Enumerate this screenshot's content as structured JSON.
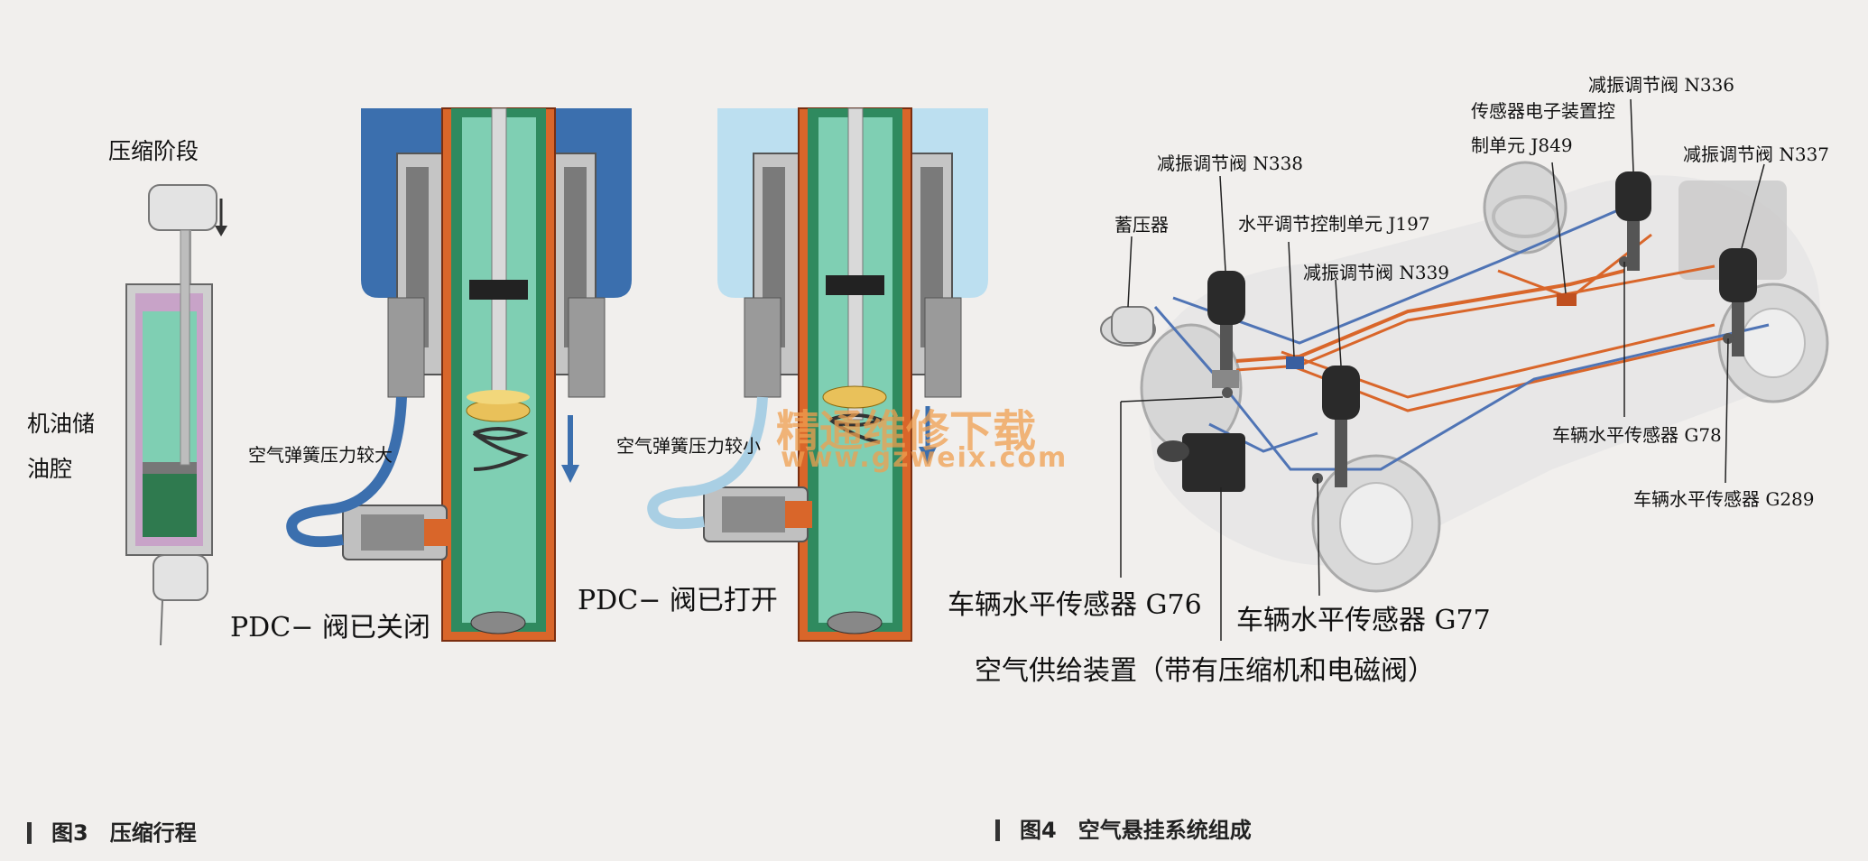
{
  "figure3": {
    "caption_num": "图3",
    "caption_title": "压缩行程",
    "phase_label": "压缩阶段",
    "chamber_label_line1": "机油储",
    "chamber_label_line2": "油腔",
    "left_pressure": "空气弹簧压力较大",
    "left_valve": "PDC− 阀已关闭",
    "right_pressure": "空气弹簧压力较小",
    "right_valve": "PDC− 阀已打开"
  },
  "figure4": {
    "caption_num": "图4",
    "caption_title": "空气悬挂系统组成",
    "labels": {
      "accumulator": "蓄压器",
      "n338": "减振调节阀 N338",
      "j197": "水平调节控制单元 J197",
      "n339": "减振调节阀 N339",
      "j849_line1": "传感器电子装置控",
      "j849_line2": "制单元 J849",
      "n336": "减振调节阀 N336",
      "n337": "减振调节阀 N337",
      "g78": "车辆水平传感器 G78",
      "g289": "车辆水平传感器 G289",
      "g76": "车辆水平传感器 G76",
      "g77": "车辆水平传感器 G77",
      "air_supply": "空气供给装置（带有压缩机和电磁阀）"
    }
  },
  "watermark": {
    "line1": "精通维修下载",
    "line2": "www.gzweix.com"
  },
  "colors": {
    "air_blue": "#3b6fae",
    "oil_green": "#3f9a74",
    "pipe_orange": "#d9662a",
    "pipe_blue": "#4f74b5",
    "watermark": "#f0a050"
  }
}
